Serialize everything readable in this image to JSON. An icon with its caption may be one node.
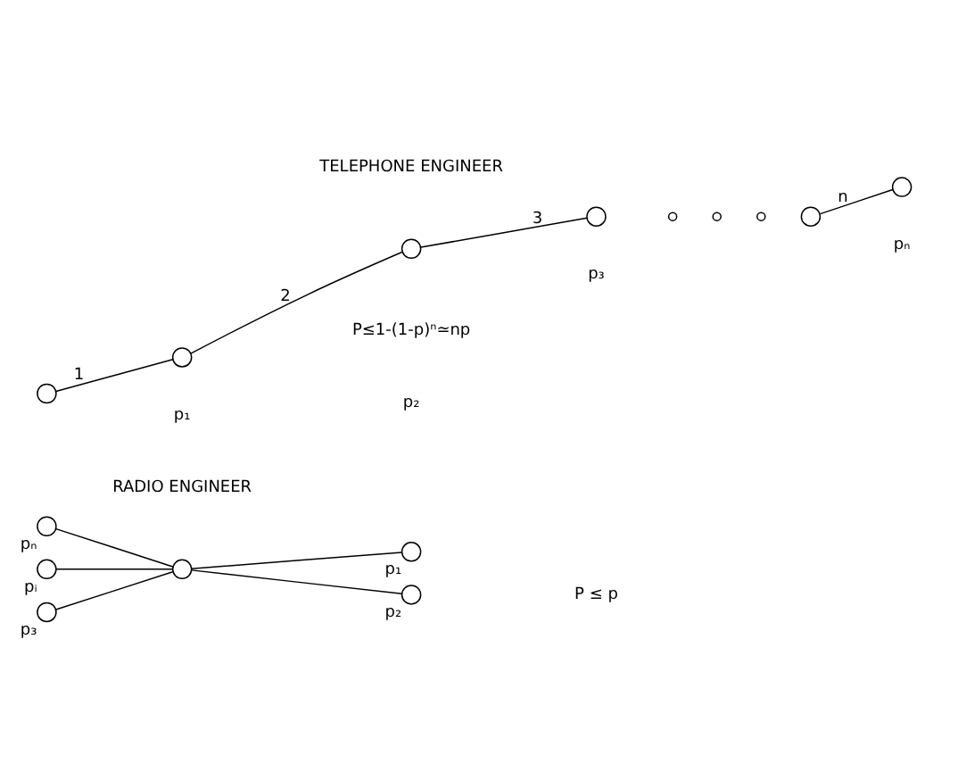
{
  "diagram": {
    "nodes": [
      {
        "text": [],
        "shape": "circle",
        "beside": [
          "pₙ"
        ]
      },
      {
        "text": [],
        "shape": "circle",
        "beside": [
          "p₁"
        ]
      },
      {
        "text": [],
        "shape": "circle",
        "beside": [
          "pᵢ"
        ]
      },
      {
        "text": [],
        "shape": "circle"
      },
      {
        "text": [],
        "shape": "circle",
        "beside": [
          "p₃"
        ]
      },
      {
        "text": [],
        "shape": "circle",
        "beside": [
          "p₂"
        ]
      },
      {
        "text": [],
        "shape": "circle"
      },
      {
        "text": [],
        "shape": "circle"
      },
      {
        "text": [],
        "shape": "circle"
      },
      {
        "text": [],
        "shape": "circle"
      },
      {
        "text": [],
        "shape": "circle"
      },
      {
        "text": [],
        "shape": "circle"
      },
      {
        "text": [],
        "shape": "circle"
      },
      {
        "text": [],
        "shape": "circle"
      },
      {
        "text": [],
        "shape": "circle"
      }
    ],
    "edges": [
      {
        "from": 3,
        "to": 0,
        "arrow": "none"
      },
      {
        "from": 3,
        "to": 1,
        "arrow": "none"
      },
      {
        "from": 3,
        "to": 2,
        "arrow": "none"
      },
      {
        "from": 3,
        "to": 4,
        "arrow": "none"
      },
      {
        "from": 3,
        "to": 5,
        "arrow": "none"
      },
      {
        "from": 6,
        "to": 7,
        "arrow": "none",
        "label": "1"
      },
      {
        "from": 7,
        "to": 8,
        "arrow": "none",
        "label": "2"
      },
      {
        "from": 8,
        "to": 9,
        "arrow": "none",
        "label": "3"
      },
      {
        "from": 13,
        "to": 14,
        "arrow": "none",
        "label": "n"
      }
    ],
    "labels": [
      "RADIO ENGINEER",
      "P ≤ p",
      "TELEPHONE ENGINEER",
      "p₁",
      "p₂",
      "p₃",
      "pₙ",
      "P≤1-(1-p)ⁿ≃np"
    ]
  }
}
